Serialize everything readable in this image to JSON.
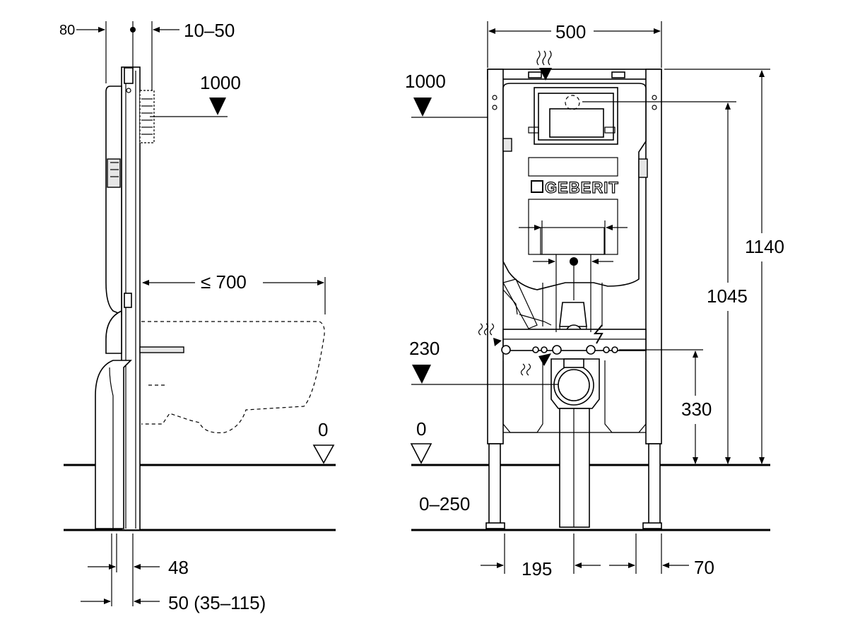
{
  "side_view": {
    "dim_top_left": "80",
    "dim_top_right": "10–50",
    "dim_flush_height": "1000",
    "dim_bowl_depth": "≤ 700",
    "dim_floor": "0",
    "dim_bottom_1": "48",
    "dim_bottom_2": "50 (35–115)"
  },
  "front_view": {
    "dim_width": "500",
    "dim_flush_height": "1000",
    "dim_total_height": "1140",
    "dim_height_1045": "1045",
    "dim_drain_height": "230",
    "dim_outlet_height": "330",
    "dim_floor": "0",
    "dim_leg_adjust": "0–250",
    "dim_bottom_center": "195",
    "dim_bottom_right": "70",
    "brand_logo": "GEBERIT"
  }
}
